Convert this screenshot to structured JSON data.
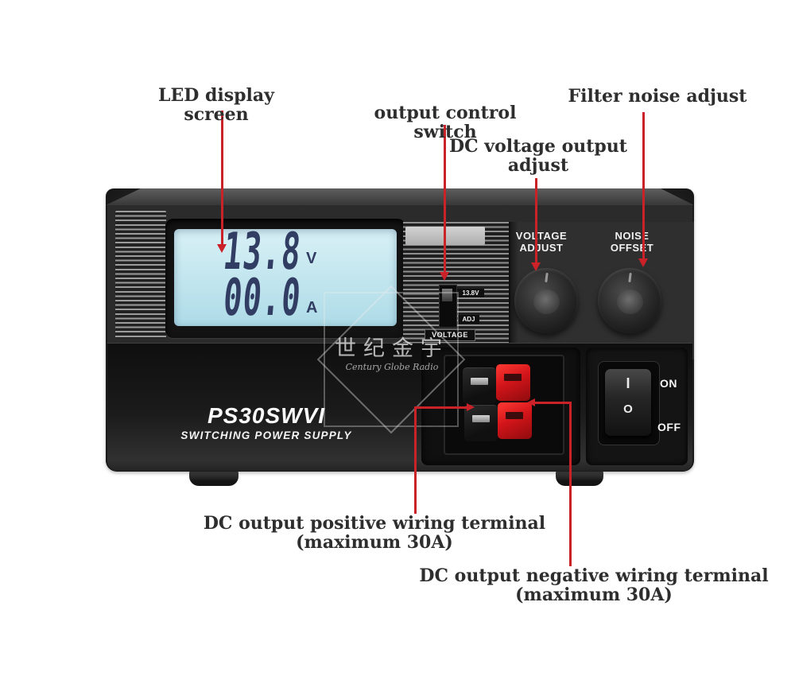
{
  "annotations": {
    "led_display": {
      "label": "LED display screen"
    },
    "output_control": {
      "label": "output control switch"
    },
    "dc_voltage": {
      "line1": "DC voltage output",
      "line2": "adjust"
    },
    "filter_noise": {
      "label": "Filter noise adjust"
    },
    "positive_terminal": {
      "line1": "DC output positive wiring terminal",
      "line2": "(maximum 30A)"
    },
    "negative_terminal": {
      "line1": "DC output negative wiring terminal",
      "line2": "(maximum 30A)"
    }
  },
  "device": {
    "display": {
      "voltage": "13.8",
      "voltage_unit": "V",
      "current": "00.0",
      "current_unit": "A"
    },
    "slide_switch": {
      "top_label": "13.8V",
      "adj_label": "ADJ",
      "bottom_label": "VOLTAGE"
    },
    "knobs": {
      "voltage": {
        "line1": "VOLTAGE",
        "line2": "ADJUST"
      },
      "noise": {
        "line1": "NOISE",
        "line2": "OFFSET"
      }
    },
    "branding": {
      "model": "PS30SWVI",
      "tagline": "SWITCHING POWER SUPPLY"
    },
    "power_switch": {
      "on_symbol": "I",
      "off_symbol": "O",
      "on_label": "ON",
      "off_label": "OFF"
    },
    "watermark": {
      "cn": "世纪金宇",
      "en": "Century Globe Radio"
    }
  },
  "colors": {
    "leader_line": "#cb2128",
    "lcd_background": "#bfe4ec",
    "lcd_digits": "#323d63",
    "terminal_red": "#d3151a",
    "body_black": "#262626"
  }
}
